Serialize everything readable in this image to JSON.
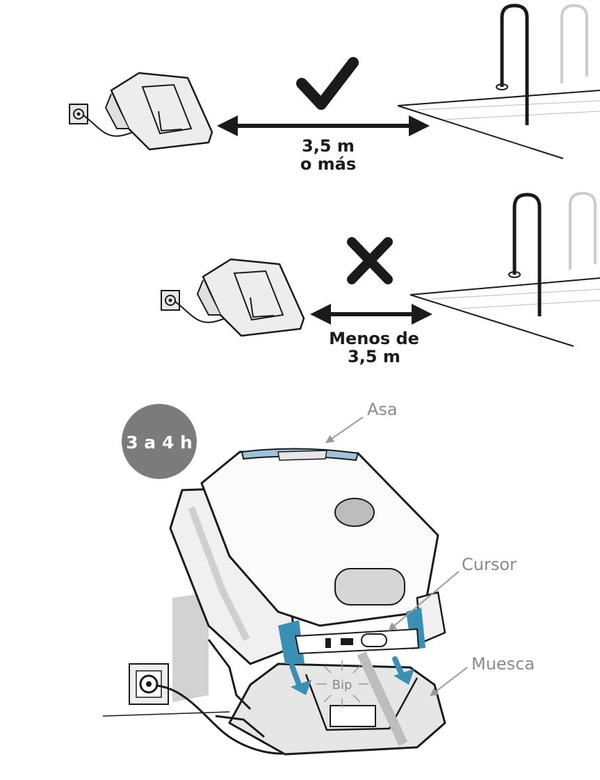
{
  "panel_ok": {
    "distance_line1": "3,5 m",
    "distance_line2": "o más"
  },
  "panel_bad": {
    "distance_line1": "Menos de",
    "distance_line2": "3,5 m"
  },
  "charge": {
    "duration_badge": "3 a 4 h",
    "handle_label": "Asa",
    "cursor_label": "Cursor",
    "notch_label": "Muesca",
    "beep_label": "Bip"
  },
  "colors": {
    "ink": "#1a1a1a",
    "label_grey": "#8a8a8a",
    "badge_grey": "#7b7b7b",
    "accent_blue": "#3a8fb5",
    "light_blue": "#9fc3dc",
    "shadow_grey": "#d2d2d2"
  }
}
